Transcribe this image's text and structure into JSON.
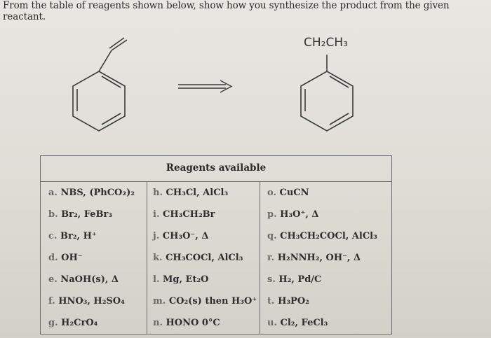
{
  "question": "From the table of reagents shown below, show how you synthesize the product from the given reactant.",
  "product_label": "CH₂CH₃",
  "table": {
    "title": "Reagents available",
    "columns": [
      [
        {
          "letter": "a.",
          "text": "NBS, (PhCO₂)₂"
        },
        {
          "letter": "b.",
          "text": "Br₂, FeBr₃"
        },
        {
          "letter": "c.",
          "text": "Br₂, H⁺"
        },
        {
          "letter": "d.",
          "text": "OH⁻"
        },
        {
          "letter": "e.",
          "text": "NaOH(s), Δ"
        },
        {
          "letter": "f.",
          "text": "HNO₃, H₂SO₄"
        },
        {
          "letter": "g.",
          "text": "H₂CrO₄"
        }
      ],
      [
        {
          "letter": "h.",
          "text": "CH₃Cl, AlCl₃"
        },
        {
          "letter": "i.",
          "text": "CH₃CH₂Br"
        },
        {
          "letter": "j.",
          "text": "CH₃O⁻, Δ"
        },
        {
          "letter": "k.",
          "text": "CH₃COCl, AlCl₃"
        },
        {
          "letter": "l.",
          "text": "Mg, Et₂O"
        },
        {
          "letter": "m.",
          "text": "CO₂(s) then H₃O⁺"
        },
        {
          "letter": "n.",
          "text": "HONO 0°C"
        }
      ],
      [
        {
          "letter": "o.",
          "text": "CuCN"
        },
        {
          "letter": "p.",
          "text": "H₃O⁺, Δ"
        },
        {
          "letter": "q.",
          "text": "CH₃CH₂COCl, AlCl₃"
        },
        {
          "letter": "r.",
          "text": "H₂NNH₂, OH⁻, Δ"
        },
        {
          "letter": "s.",
          "text": "H₂, Pd/C"
        },
        {
          "letter": "t.",
          "text": "H₃PO₂"
        },
        {
          "letter": "u.",
          "text": "Cl₂, FeCl₃"
        }
      ]
    ]
  }
}
